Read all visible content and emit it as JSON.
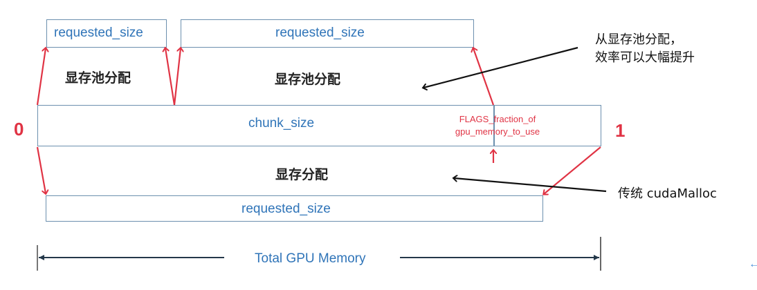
{
  "diagram": {
    "top_boxes": [
      {
        "label": "requested_size"
      },
      {
        "label": "requested_size"
      }
    ],
    "pool_alloc_labels": [
      "显存池分配",
      "显存池分配"
    ],
    "chunk": {
      "label": "chunk_size"
    },
    "flag_label_line1": "FLAGS_fraction_of",
    "flag_label_line2": "gpu_memory_to_use",
    "marker_start": "0",
    "marker_end": "1",
    "direct_alloc_label": "显存分配",
    "bottom_box": {
      "label": "requested_size"
    },
    "annotations": {
      "pool_note_line1": "从显存池分配，",
      "pool_note_line2": "效率可以大幅提升",
      "cuda_note": "传统 cudaMalloc"
    },
    "total_label": "Total GPU Memory",
    "corner_icon": "back-arrow-icon",
    "colors": {
      "box_border": "#6b8fae",
      "text_blue": "#2f74b8",
      "accent_red": "#e03344",
      "arrow_black": "#111111"
    }
  }
}
